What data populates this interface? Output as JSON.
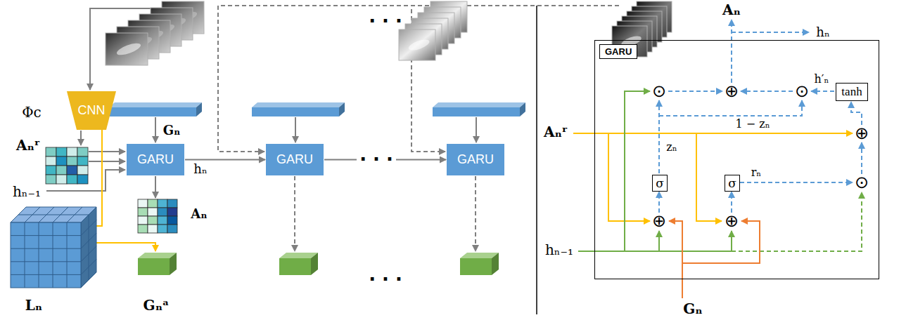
{
  "diagram": {
    "nodes": [
      {
        "text": [
          "CNN"
        ]
      },
      {
        "text": [
          "GARU"
        ]
      },
      {
        "text": [
          "GARU"
        ]
      },
      {
        "text": [
          "GARU"
        ]
      },
      {
        "text": [
          "GARU"
        ]
      },
      {
        "text": [
          "σ"
        ],
        "in": 4
      },
      {
        "text": [
          "σ"
        ],
        "in": 4
      },
      {
        "text": [
          "tanh"
        ],
        "in": 4
      }
    ],
    "edges": [
      {
        "from": 1,
        "to": 2,
        "arrow": "to"
      },
      {
        "from": 2,
        "to": 3,
        "arrow": "to"
      }
    ],
    "labels": [
      "Φc",
      "Aₙʳ",
      "hₙ₋₁",
      "Gₙ",
      "hₙ",
      "Aₙ",
      "Lₙ",
      "Gₙᵃ",
      "· · ·",
      "· · ·",
      "· · ·",
      "Aₙ",
      "hₙ",
      "h′ₙ",
      "1 − zₙ",
      "zₙ",
      "rₙ",
      "Aₙʳ",
      "hₙ₋₁",
      "Gₙ",
      "⊙",
      "⊕",
      "⊙",
      "⊕",
      "⊙",
      "⊕",
      "⊕"
    ]
  }
}
